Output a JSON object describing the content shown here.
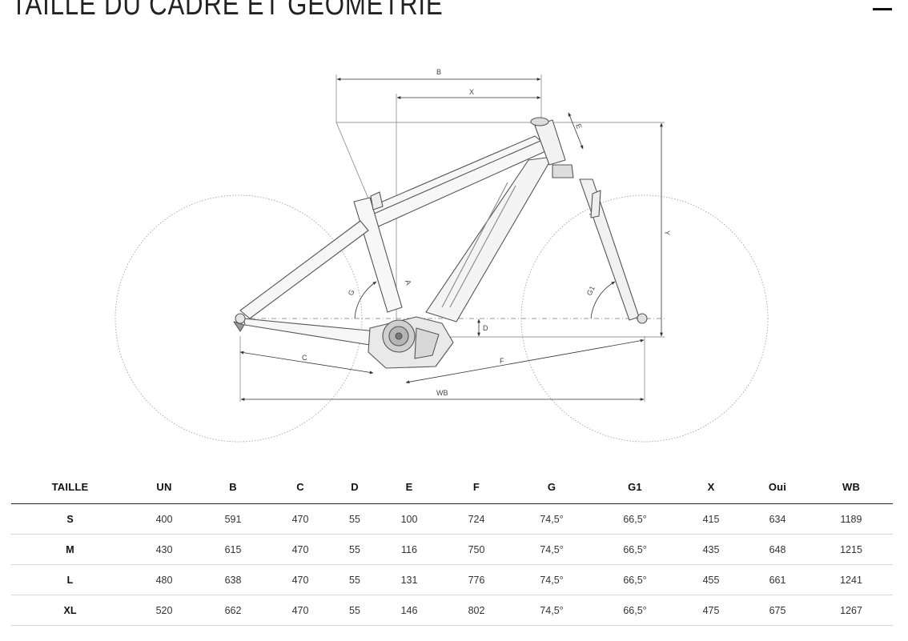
{
  "header": {
    "title": "TAILLE DU CADRE ET GÉOMÉTRIE",
    "collapse_icon": "minus-icon"
  },
  "diagram": {
    "labels": {
      "b": "B",
      "x": "X",
      "e": "E",
      "y": "Y",
      "a": "A",
      "g": "G",
      "g1": "G1",
      "d": "D",
      "c": "C",
      "f": "F",
      "wb": "WB"
    }
  },
  "table": {
    "headers": [
      "TAILLE",
      "UN",
      "B",
      "C",
      "D",
      "E",
      "F",
      "G",
      "G1",
      "X",
      "Oui",
      "WB"
    ],
    "rows": [
      [
        "S",
        "400",
        "591",
        "470",
        "55",
        "100",
        "724",
        "74,5°",
        "66,5°",
        "415",
        "634",
        "1189"
      ],
      [
        "M",
        "430",
        "615",
        "470",
        "55",
        "116",
        "750",
        "74,5°",
        "66,5°",
        "435",
        "648",
        "1215"
      ],
      [
        "L",
        "480",
        "638",
        "470",
        "55",
        "131",
        "776",
        "74,5°",
        "66,5°",
        "455",
        "661",
        "1241"
      ],
      [
        "XL",
        "520",
        "662",
        "470",
        "55",
        "146",
        "802",
        "74,5°",
        "66,5°",
        "475",
        "675",
        "1267"
      ]
    ]
  }
}
